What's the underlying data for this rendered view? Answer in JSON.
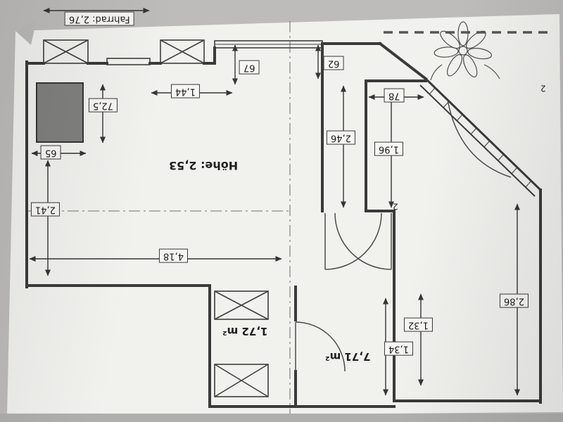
{
  "labels": {
    "fahrrad": "Fahrrad: 2,76",
    "hoehe": "Höhe: 2,53",
    "area_bath": "1,72 m²",
    "area_room": "7,71 m²",
    "d72_5": "72,5",
    "d65": "65",
    "d2_41": "2,41",
    "d4_18": "4,18",
    "d1_44": "1,44",
    "d67": "67",
    "d62": "62",
    "d2_46": "2,46",
    "d1_96": "1,96",
    "d78": "78",
    "d1_32": "1,32",
    "d1_34": "1,34",
    "d2_86": "2,86",
    "stray2_top": "2",
    "stray2_mid": "2"
  },
  "colors": {
    "paper": "#f5f4f1",
    "photo_background": "#bdbcba",
    "wall": "#383838",
    "cabinet_fill": "#80807e",
    "dimension_line": "#333333"
  }
}
